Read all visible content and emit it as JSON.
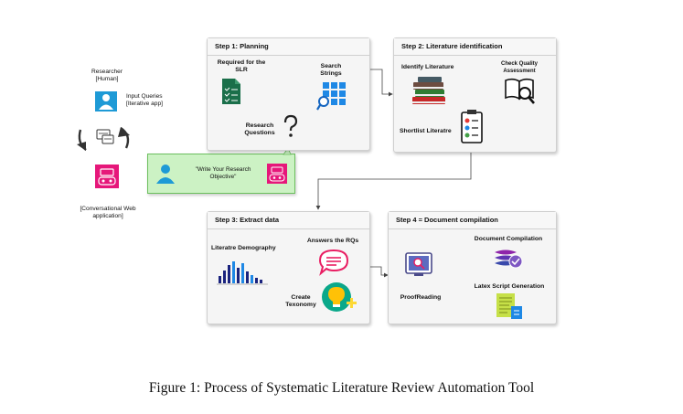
{
  "left": {
    "researcher": "Researcher\n[Human]",
    "input_queries": "Input Queries\n[Iterative app]",
    "web_app": "[Conversational Web\napplication]"
  },
  "prompt": {
    "text": "\"Write Your Research\nObjective\""
  },
  "step1": {
    "title": "Step 1: Planning",
    "required": "Required for the\nSLR",
    "search": "Search\nStrings",
    "questions": "Research\nQuestions"
  },
  "step2": {
    "title": "Step 2: Literature identification",
    "identify": "Identify Literature",
    "quality": "Check Quality\nAssessment",
    "shortlist": "Shortlist Literatre"
  },
  "step3": {
    "title": "Step 3: Extract data",
    "demography": "Literatre Demography",
    "answers": "Answers the RQs",
    "taxonomy": "Create\nTexonomy"
  },
  "step4": {
    "title": "Step 4 = Document compilation",
    "compilation": "Document Compilation",
    "latex": "Latex Script Generation",
    "proofreading": "ProofReading"
  },
  "caption": "Figure 1: Process of Systematic Literature Review Automation Tool",
  "colors": {
    "pink": "#e6177a",
    "blue": "#1e9ad6",
    "green_bg": "#ccf2c4",
    "green_border": "#6cbf5e"
  }
}
